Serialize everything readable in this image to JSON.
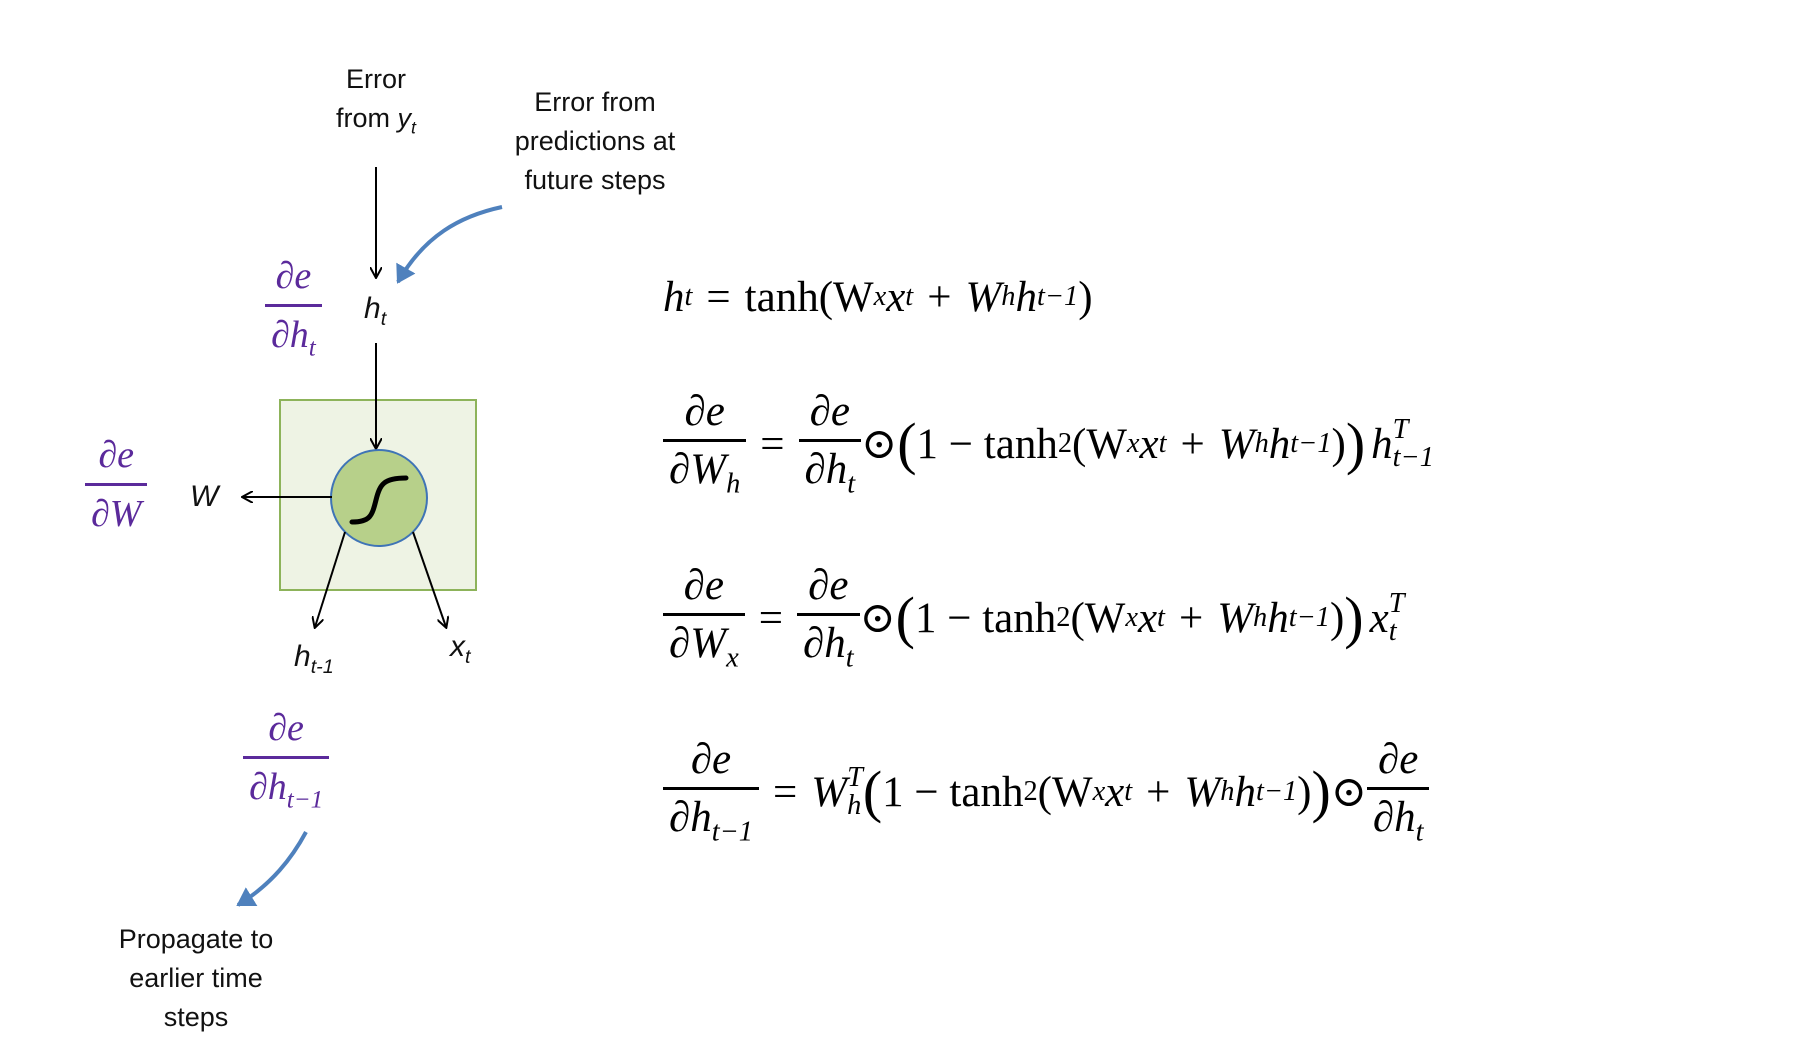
{
  "diagram": {
    "labels": {
      "error_from": "Error",
      "error_from_line2": "from",
      "error_from_var": "y",
      "error_from_sub": "t",
      "future_error_line1": "Error from",
      "future_error_line2": "predictions at",
      "future_error_line3": "future steps",
      "h_t": "h",
      "h_t_sub": "t",
      "W": "W",
      "h_prev": "h",
      "h_prev_sub": "t-1",
      "x_t": "x",
      "x_t_sub": "t",
      "propagate_line1": "Propagate to",
      "propagate_line2": "earlier time",
      "propagate_line3": "steps"
    },
    "gradients": {
      "de_dht": {
        "num": "∂e",
        "den": "∂h",
        "den_sub": "t"
      },
      "de_dW": {
        "num": "∂e",
        "den": "∂W"
      },
      "de_dhprev": {
        "num": "∂e",
        "den": "∂h",
        "den_sub": "t−1"
      }
    },
    "colors": {
      "gradient_text": "#5b2a9b",
      "cell_box_fill": "#eef3e4",
      "cell_box_stroke": "#8db35a",
      "node_fill": "#b7d08a",
      "node_stroke": "#3f74b6",
      "curved_arrow": "#4f81bd"
    },
    "icons": {
      "activation": "sigmoid-curve-icon"
    }
  },
  "equations": {
    "eq1": {
      "lhs": "h",
      "lhs_sub": "t",
      "eq": "=",
      "rhs": "tanh(W",
      "rhs_b": "x",
      "rhs_c": "x",
      "rhs_d": "t",
      "plus": "+",
      "rhs_e": "W",
      "rhs_f": "h",
      "rhs_g": "h",
      "rhs_h": "t−1",
      "close": ")"
    },
    "eq2": {
      "lhs_num": "∂e",
      "lhs_den": "∂W",
      "lhs_den_sub": "h",
      "eq": "=",
      "r_num": "∂e",
      "r_den": "∂h",
      "r_den_sub": "t",
      "odot": "⊙",
      "open": "(",
      "one_minus": "1 − tanh",
      "sq": "2",
      "paren": "(W",
      "xsub": "x",
      "xt": "x",
      "xtsub": "t",
      "plus": "+",
      "wh": "W",
      "whsub": "h",
      "h": "h",
      "hsub": "t−1",
      "close_inner": ")",
      "close": ")",
      "tail": "h",
      "tail_sup": "T",
      "tail_sub": "t−1"
    },
    "eq3": {
      "lhs_num": "∂e",
      "lhs_den": "∂W",
      "lhs_den_sub": "x",
      "eq": "=",
      "r_num": "∂e",
      "r_den": "∂h",
      "r_den_sub": "t",
      "odot": "⊙",
      "open": "(",
      "one_minus": "1 − tanh",
      "sq": "2",
      "paren": "(W",
      "xsub": "x",
      "xt": "x",
      "xtsub": "t",
      "plus": "+",
      "wh": "W",
      "whsub": "h",
      "h": "h",
      "hsub": "t−1",
      "close_inner": ")",
      "close": ")",
      "tail": "x",
      "tail_sup": "T",
      "tail_sub": "t"
    },
    "eq4": {
      "lhs_num": "∂e",
      "lhs_den": "∂h",
      "lhs_den_sub": "t−1",
      "eq": "=",
      "w": "W",
      "w_sup": "T",
      "w_sub": "h",
      "open": "(",
      "one_minus": "1 − tanh",
      "sq": "2",
      "paren": "(W",
      "xsub": "x",
      "xt": "x",
      "xtsub": "t",
      "plus": "+",
      "wh": "W",
      "whsub": "h",
      "h": "h",
      "hsub": "t−1",
      "close_inner": ")",
      "close": ")",
      "odot": "⊙",
      "r_num": "∂e",
      "r_den": "∂h",
      "r_den_sub": "t"
    }
  }
}
